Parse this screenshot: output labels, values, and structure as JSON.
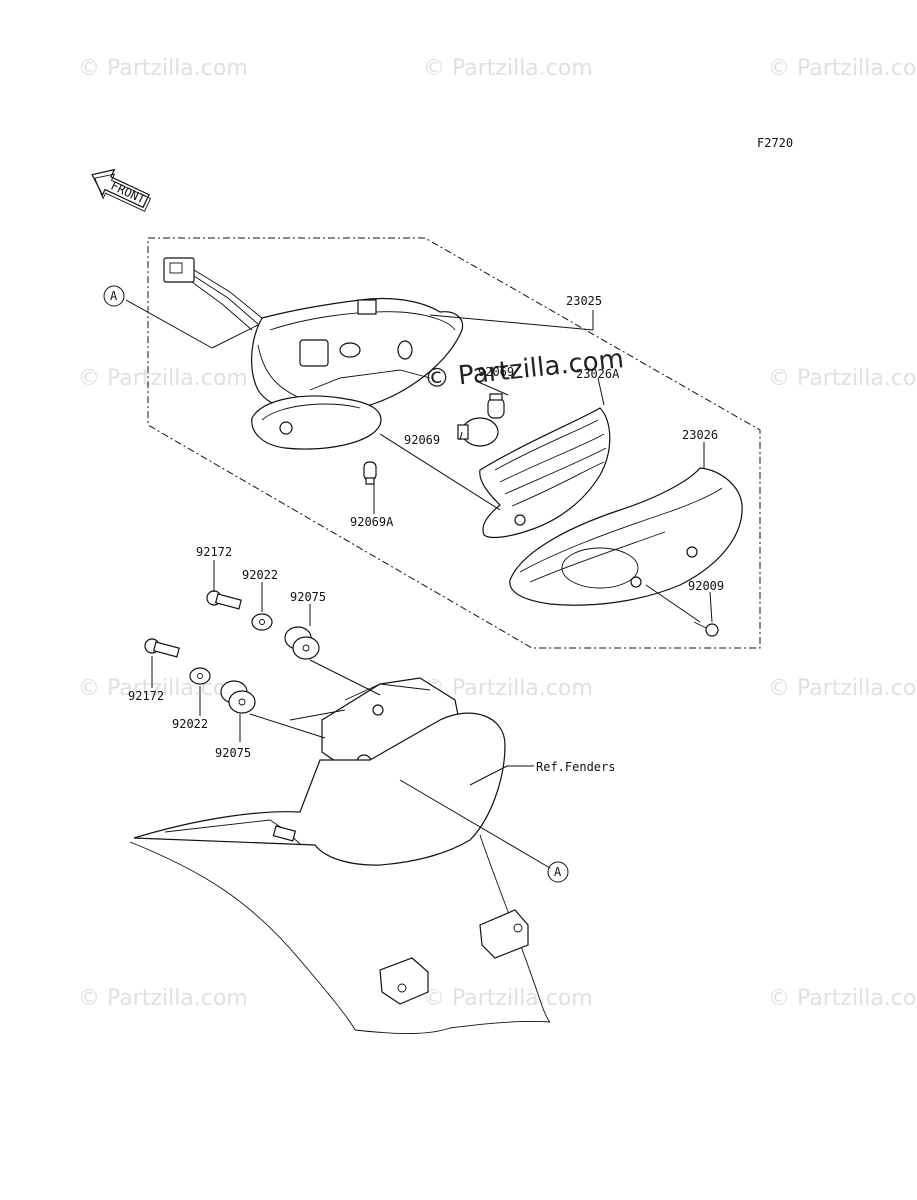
{
  "figure_code": "F2720",
  "front_label": "FRONT",
  "watermark_text": "© Partzilla.com",
  "reference_marker": "A",
  "parts": {
    "taillight_assembly": "23025",
    "lens_left": "23026A",
    "lens_right": "23026",
    "bulb_upper": "92069",
    "bulb_main": "92069",
    "bulb_small": "92069A",
    "screw_lens": "92009",
    "bolt_upper": "92172",
    "washer_upper": "92022",
    "grommet_upper": "92075",
    "bolt_lower": "92172",
    "washer_lower": "92022",
    "grommet_lower": "92075",
    "fenders_ref": "Ref.Fenders"
  },
  "colors": {
    "line": "#111111",
    "watermark": "#e0e0e0"
  }
}
